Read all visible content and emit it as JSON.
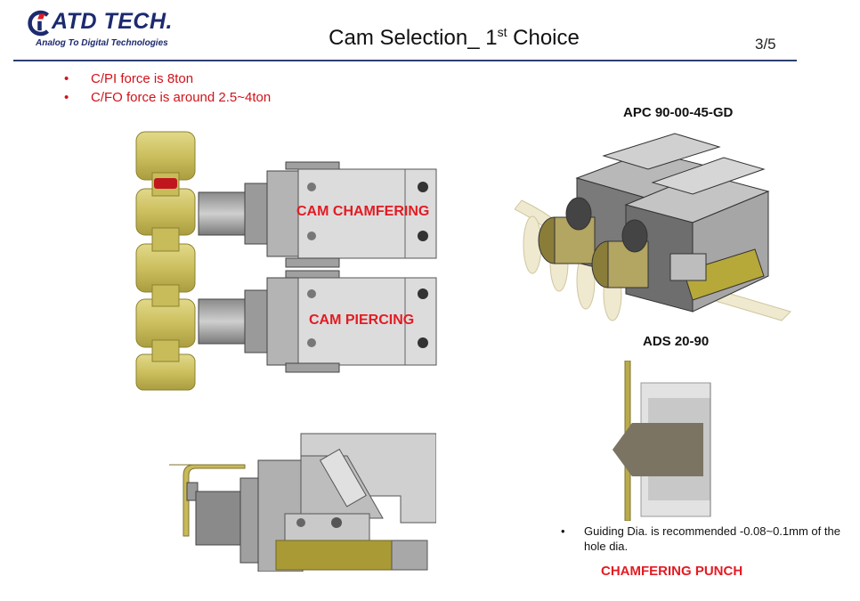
{
  "header": {
    "logo_text": "ATD TECH.",
    "logo_tagline": "Analog To Digital Technologies",
    "title_prefix": "Cam Selection_ 1",
    "title_sup": "st",
    "title_suffix": " Choice",
    "page_number": "3/5"
  },
  "bullets": [
    "C/PI force is 8ton",
    "C/FO force is around 2.5~4ton"
  ],
  "labels": {
    "cam_chamfering": "CAM CHAMFERING",
    "cam_piercing": "CAM PIERCING",
    "apc_model": "APC 90-00-45-GD",
    "ads_model": "ADS 20-90",
    "chamfering_punch": "CHAMFERING PUNCH"
  },
  "note": "Guiding  Dia. is recommended -0.08~0.1mm of the hole dia.",
  "colors": {
    "brand_navy": "#1c2a6e",
    "accent_red": "#e31b23",
    "rule": "#2c3f73"
  }
}
